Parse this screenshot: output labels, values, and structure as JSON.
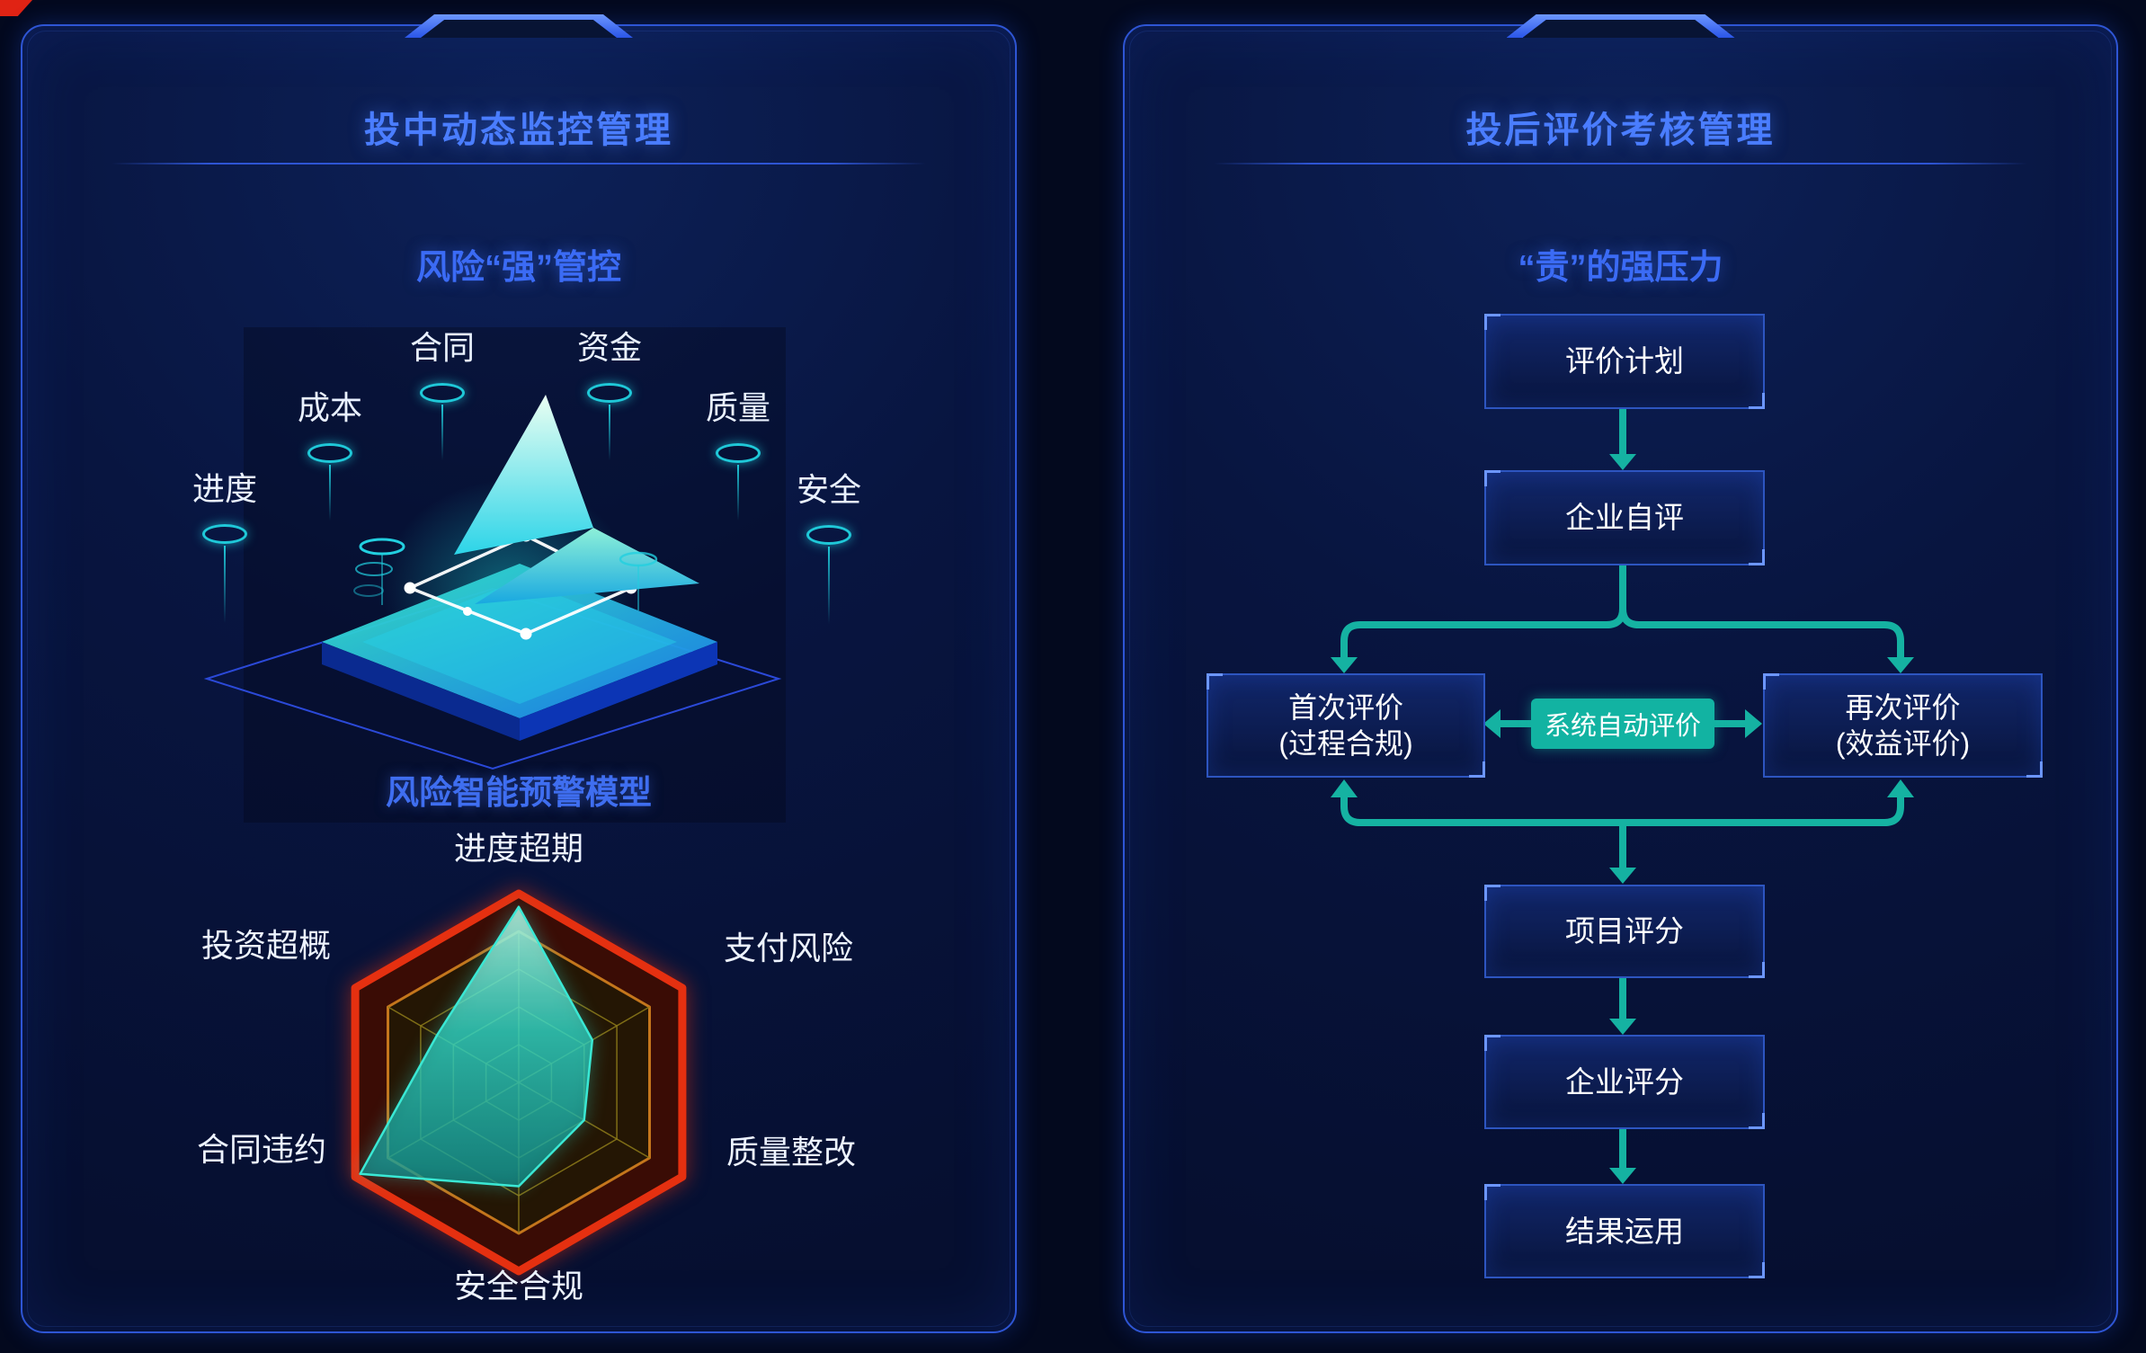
{
  "page": {
    "background": "#03091e"
  },
  "left_panel": {
    "title": "投中动态监控管理",
    "subtitle": "风险“强”管控",
    "orbit_labels": [
      "合同",
      "资金",
      "成本",
      "质量",
      "进度",
      "安全"
    ],
    "model_title": "风险智能预警模型"
  },
  "right_panel": {
    "title": "投后评价考核管理",
    "subtitle": "“责”的强压力",
    "flow": {
      "step_plan": "评价计划",
      "step_self": "企业自评",
      "first_eval_line1": "首次评价",
      "first_eval_line2": "(过程合规)",
      "auto_eval": "系统自动评价",
      "second_eval_line1": "再次评价",
      "second_eval_line2": "(效益评价)",
      "step_project_score": "项目评分",
      "step_company_score": "企业评分",
      "step_result": "结果运用"
    }
  },
  "chart_data": {
    "type": "radar",
    "title": "风险智能预警模型",
    "categories": [
      "进度超期",
      "支付风险",
      "质量整改",
      "安全合规",
      "合同违约",
      "投资超概"
    ],
    "values": [
      0.93,
      0.45,
      0.4,
      0.55,
      0.97,
      0.5
    ],
    "value_range": [
      0,
      1
    ],
    "grid": true,
    "grid_levels": [
      0.2,
      0.4,
      0.6,
      0.8,
      1.0
    ],
    "legend": false,
    "colors": {
      "outer_ring": "#e53010",
      "outer_fill": "#3a0c05",
      "inner_ring": "#c4761c",
      "inner_fill": "#241604",
      "grid": "#8f7d1a",
      "series_stroke": "#3ae8d4",
      "series_fill": "#2fd8c8"
    }
  },
  "colors": {
    "panel_border": "#2e55d4",
    "title_blue": "#4a7dff",
    "subtitle_blue": "#3b6bf5",
    "accent_teal": "#15b2a2",
    "ring_cyan": "#1fc8d8",
    "text_white": "#ffffff"
  }
}
